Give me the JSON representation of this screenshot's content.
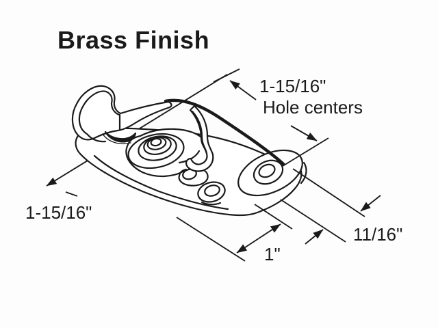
{
  "page": {
    "background": "#fdfdfd",
    "ink_color": "#1a1a1a"
  },
  "title": {
    "text": "Brass Finish"
  },
  "diagram": {
    "subject": "crescent-sash-lock-with-keeper-line-drawing",
    "dimensions": {
      "hole_centers": {
        "value": "1-15/16\"",
        "caption": "Hole centers"
      },
      "base_length": {
        "value": "1-15/16\""
      },
      "base_width": {
        "value": "1\""
      },
      "keeper_width": {
        "value": "11/16\""
      }
    }
  }
}
